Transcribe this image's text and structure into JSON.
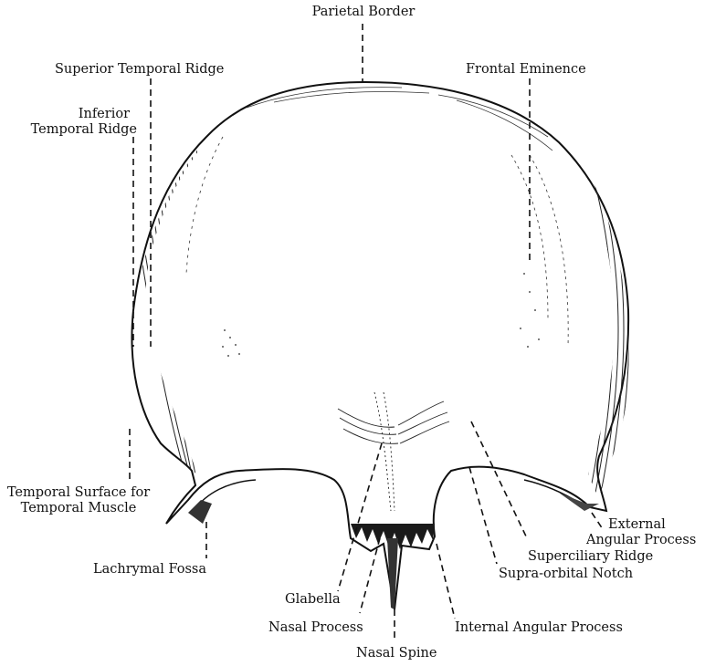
{
  "labels": {
    "parietal_border": "Parietal Border",
    "superior_temporal_ridge": "Superior Temporal Ridge",
    "frontal_eminence": "Frontal Eminence",
    "inferior_temporal_ridge_1": "Inferior",
    "inferior_temporal_ridge_2": "Temporal Ridge",
    "temporal_surface_1": "Temporal Surface for",
    "temporal_surface_2": "Temporal Muscle",
    "lachrymal_fossa": "Lachrymal Fossa",
    "external_angular_1": "External",
    "external_angular_2": "Angular Process",
    "superciliary_ridge": "Superciliary Ridge",
    "supra_orbital_notch": "Supra-orbital Notch",
    "glabella": "Glabella",
    "nasal_process": "Nasal Process",
    "internal_angular_process": "Internal Angular Process",
    "nasal_spine": "Nasal Spine"
  }
}
